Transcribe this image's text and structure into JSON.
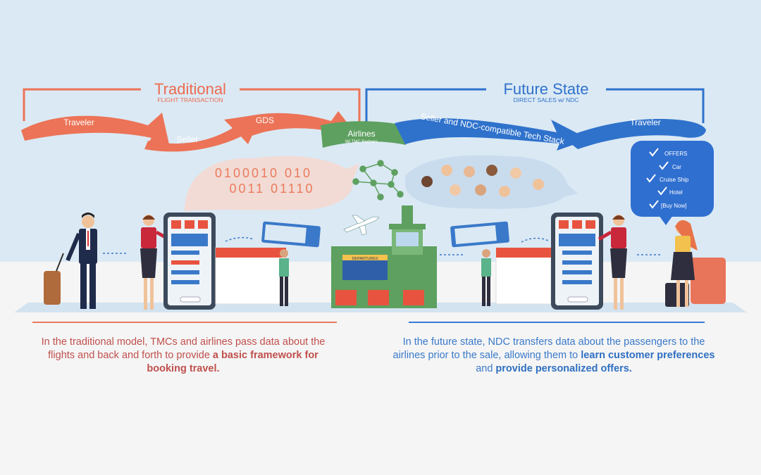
{
  "traditional": {
    "title": "Traditional",
    "subtitle": "FLIGHT TRANSACTION",
    "flow": [
      "Traveler",
      "Seller",
      "GDS"
    ],
    "color": "#ec7357"
  },
  "airlines": {
    "label": "Airlines",
    "sublabel": "W/ TMC Partners",
    "color": "#5ea060"
  },
  "future": {
    "title": "Future State",
    "subtitle": "DIRECT SALES w/ NDC",
    "flow": [
      "Seller and NDC-compatible Tech Stack",
      "Traveler"
    ],
    "color": "#2f72cc"
  },
  "binary": {
    "line1": "0100010 010",
    "line2": "0011 01110"
  },
  "offers": {
    "items": [
      "OFFERS",
      "Car",
      "Cruise Ship",
      "Hotel",
      "[Buy Now]"
    ],
    "color": "#2f6fd0"
  },
  "board": {
    "label": "DEPARTURES"
  },
  "captions": {
    "left_text": "In the traditional model, TMCs and airlines pass data about the flights and back and forth to provide ",
    "left_bold": "a basic framework for booking travel.",
    "right_text1": "In the future state, NDC transfers data about the passengers to the airlines prior to the sale, allowing them to ",
    "right_bold1": "learn customer preferences",
    "right_text2": " and ",
    "right_bold2": "provide personalized offers."
  }
}
